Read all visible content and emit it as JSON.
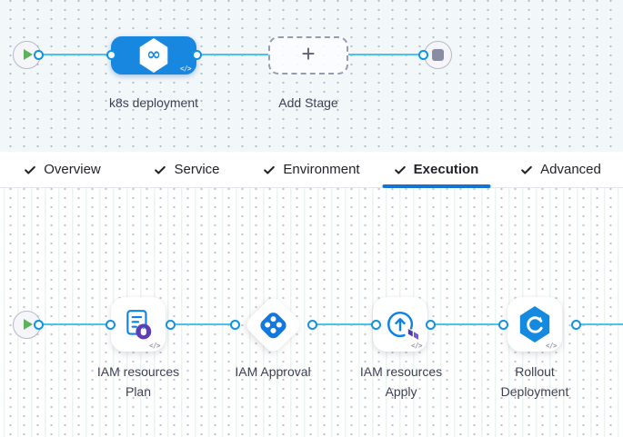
{
  "stage_graph": {
    "stage_label": "k8s deployment",
    "add_stage_label": "Add Stage",
    "plus_glyph": "+",
    "infinity_glyph": "∞",
    "code_icon": "</>"
  },
  "tabs": [
    {
      "label": "Overview",
      "checked": true,
      "active": false
    },
    {
      "label": "Service",
      "checked": true,
      "active": false
    },
    {
      "label": "Environment",
      "checked": true,
      "active": false
    },
    {
      "label": "Execution",
      "checked": true,
      "active": true
    },
    {
      "label": "Advanced",
      "checked": true,
      "active": false
    }
  ],
  "execution_graph": {
    "steps": [
      {
        "line1": "IAM resources",
        "line2": "Plan",
        "icon": "terraform-plan-icon"
      },
      {
        "line1": "IAM Approval",
        "line2": "",
        "icon": "approval-icon"
      },
      {
        "line1": "IAM resources",
        "line2": "Apply",
        "icon": "terraform-apply-icon"
      },
      {
        "line1": "Rollout",
        "line2": "Deployment",
        "icon": "k8s-rolling-deploy-icon"
      }
    ],
    "code_icon": "</>"
  },
  "colors": {
    "stage_node_blue": "#1787e0",
    "connector_line": "#4cc2f1",
    "connector_ring": "#0e93e2",
    "active_tab_underline": "#1574d3",
    "play_triangle_green": "#5cb25e",
    "stop_square_gray": "#8a8ca5",
    "approval_blue": "#1278dd",
    "terraform_purple": "#6b40c4",
    "top_canvas_bg": "#f2f7fa",
    "label_text": "#3e4057"
  }
}
